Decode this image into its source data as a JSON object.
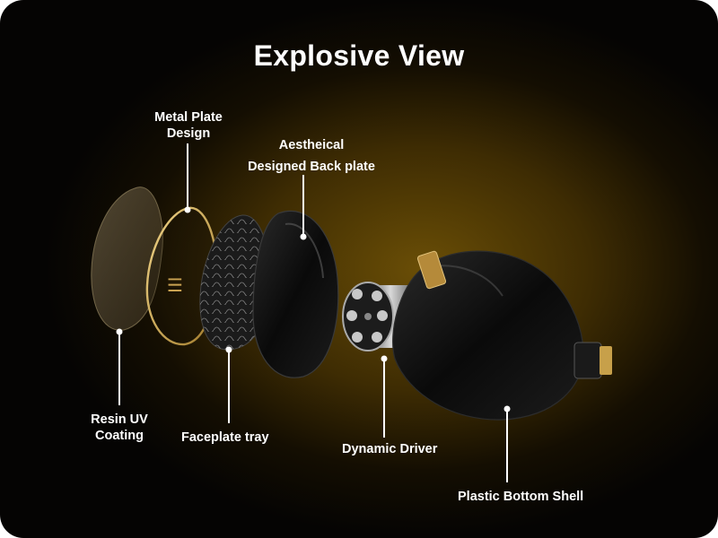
{
  "title": "Explosive View",
  "labels": {
    "metal_plate": [
      "Metal Plate",
      "Design"
    ],
    "aesthetical": [
      "Aestheical",
      "Designed Back plate"
    ],
    "resin_uv": [
      "Resin UV",
      "Coating"
    ],
    "faceplate_tray": "Faceplate tray",
    "dynamic_driver": "Dynamic Driver",
    "plastic_shell": "Plastic Bottom Shell"
  },
  "colors": {
    "background_glow": "#6a4e06",
    "background_edge": "#050403",
    "text": "#ffffff",
    "gold_accent": "#c9a24a",
    "shell_black": "#0a0a0a"
  }
}
